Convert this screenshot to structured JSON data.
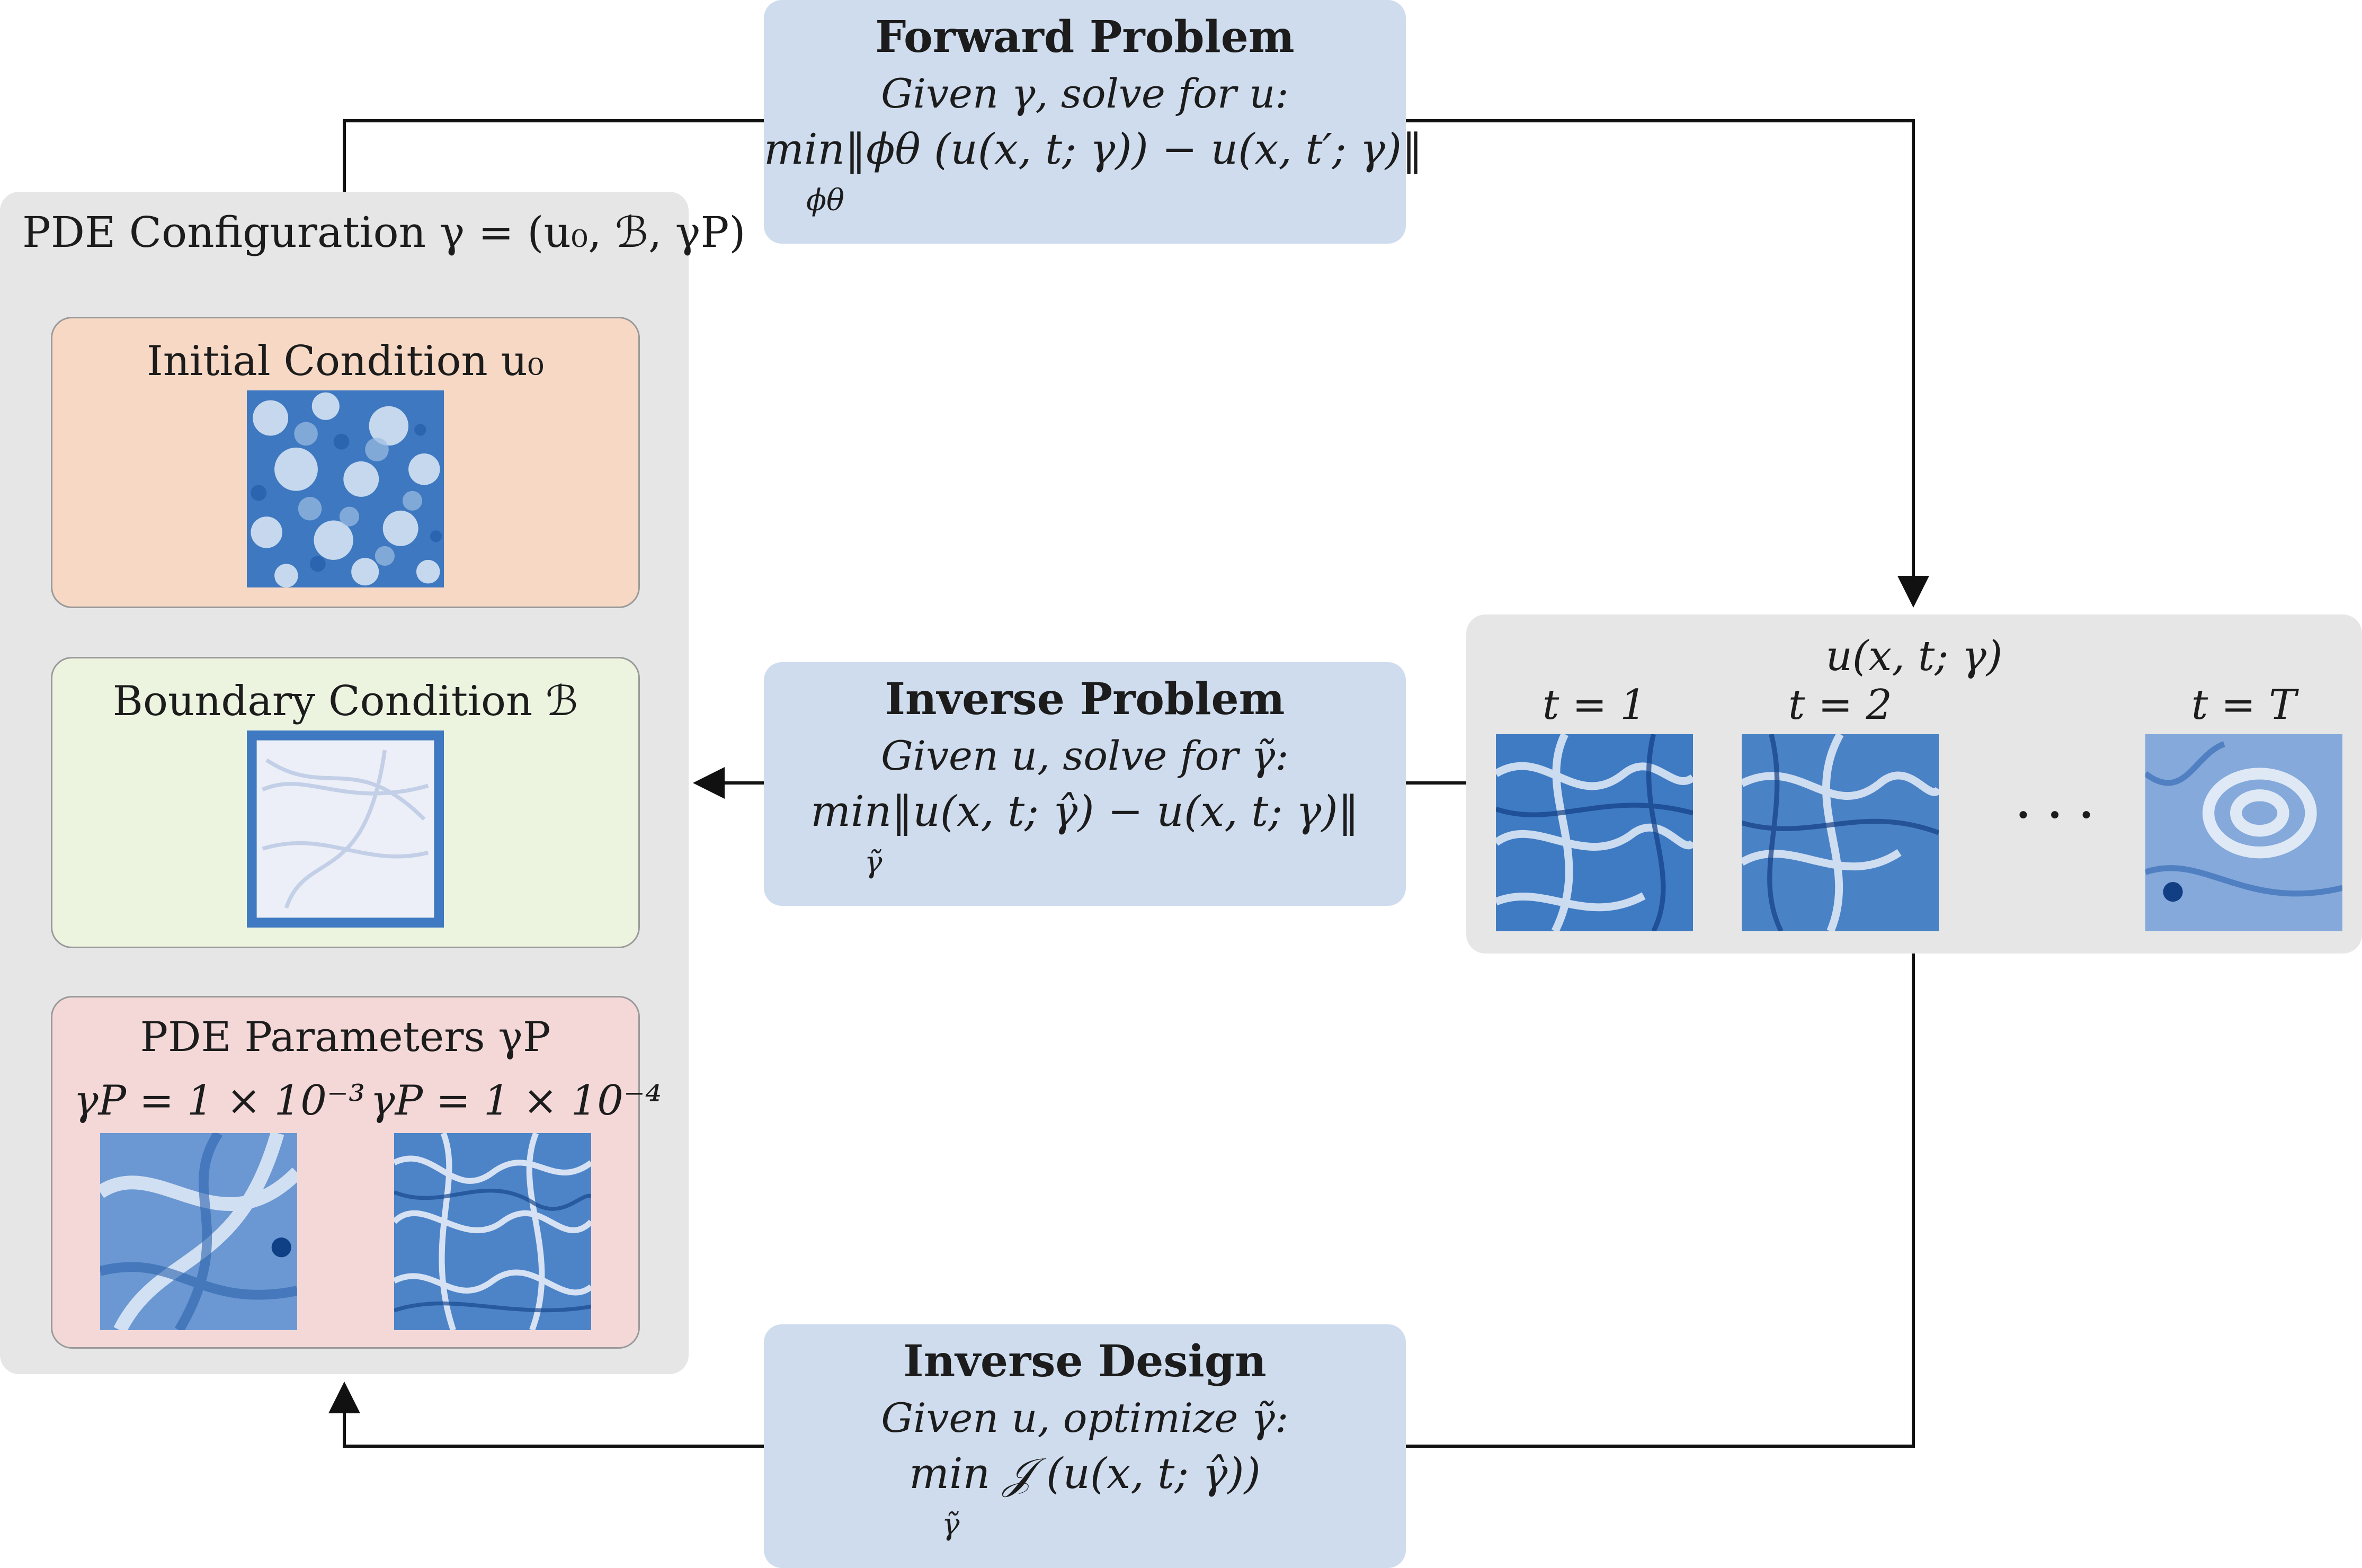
{
  "forward": {
    "title": "Forward Problem",
    "line": "Given γ, solve for u:",
    "eq_main": "min‖ϕθ (u(x, t; γ)) − u(x, t′; γ)‖",
    "eq_sub": "ϕθ"
  },
  "inverse": {
    "title": "Inverse Problem",
    "line": "Given u, solve for γ̃:",
    "eq_main": "min‖u(x, t; γ̂) − u(x, t; γ)‖",
    "eq_sub": "γ̃"
  },
  "design": {
    "title": "Inverse Design",
    "line": "Given u, optimize γ̃:",
    "eq_main": "min 𝒥 (u(x, t; γ̂))",
    "eq_sub": "γ̃"
  },
  "config": {
    "title": "PDE Configuration γ = (u₀, ℬ, γP)",
    "initial": {
      "title": "Initial Condition u₀"
    },
    "boundary": {
      "title": "Boundary Condition ℬ"
    },
    "params": {
      "title": "PDE Parameters γP",
      "left_label": "γP = 1 × 10⁻³",
      "right_label": "γP = 1 × 10⁻⁴"
    }
  },
  "solution": {
    "title": "u(x, t; γ)",
    "t1": "t = 1",
    "t2": "t = 2",
    "tT": "t = T",
    "ellipsis": "• • •"
  },
  "colors": {
    "blue_box": "#cfdcee",
    "gray_panel": "#e6e6e6",
    "initial_card": "#f6d8c4",
    "boundary_card": "#ecf4e0",
    "params_card": "#f4d8d8",
    "field_light": "#e8eef8",
    "field_dark": "#2b64ae"
  }
}
